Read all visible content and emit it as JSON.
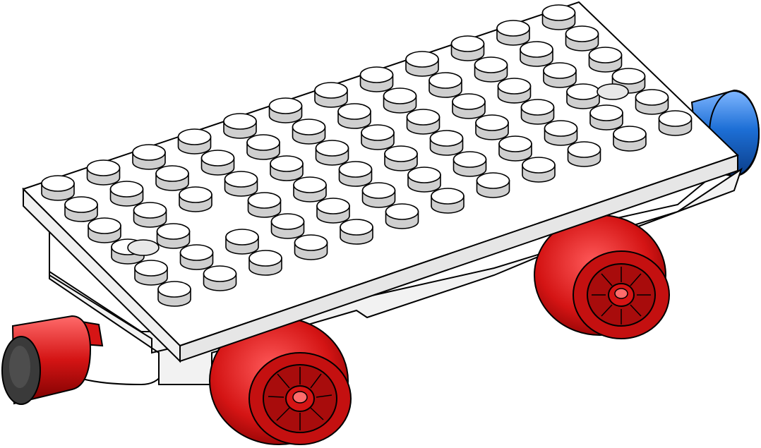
{
  "scene": {
    "subject": "lego-train-wagon",
    "colors": {
      "background": "#ffffff",
      "plate": "#ffffff",
      "plate_shadow": "#d9d9d9",
      "stud": "#ffffff",
      "stud_side": "#cfcfcf",
      "wheel": "#d41414",
      "wheel_dark": "#8e0000",
      "magnet_red": "#d61515",
      "magnet_blue": "#1d6fd6",
      "magnet_cap": "#3a3a3a",
      "outline": "#000000"
    },
    "icons": [
      "white-plate",
      "stud",
      "red-wheel",
      "red-magnet-coupler",
      "blue-magnet-coupler"
    ]
  }
}
